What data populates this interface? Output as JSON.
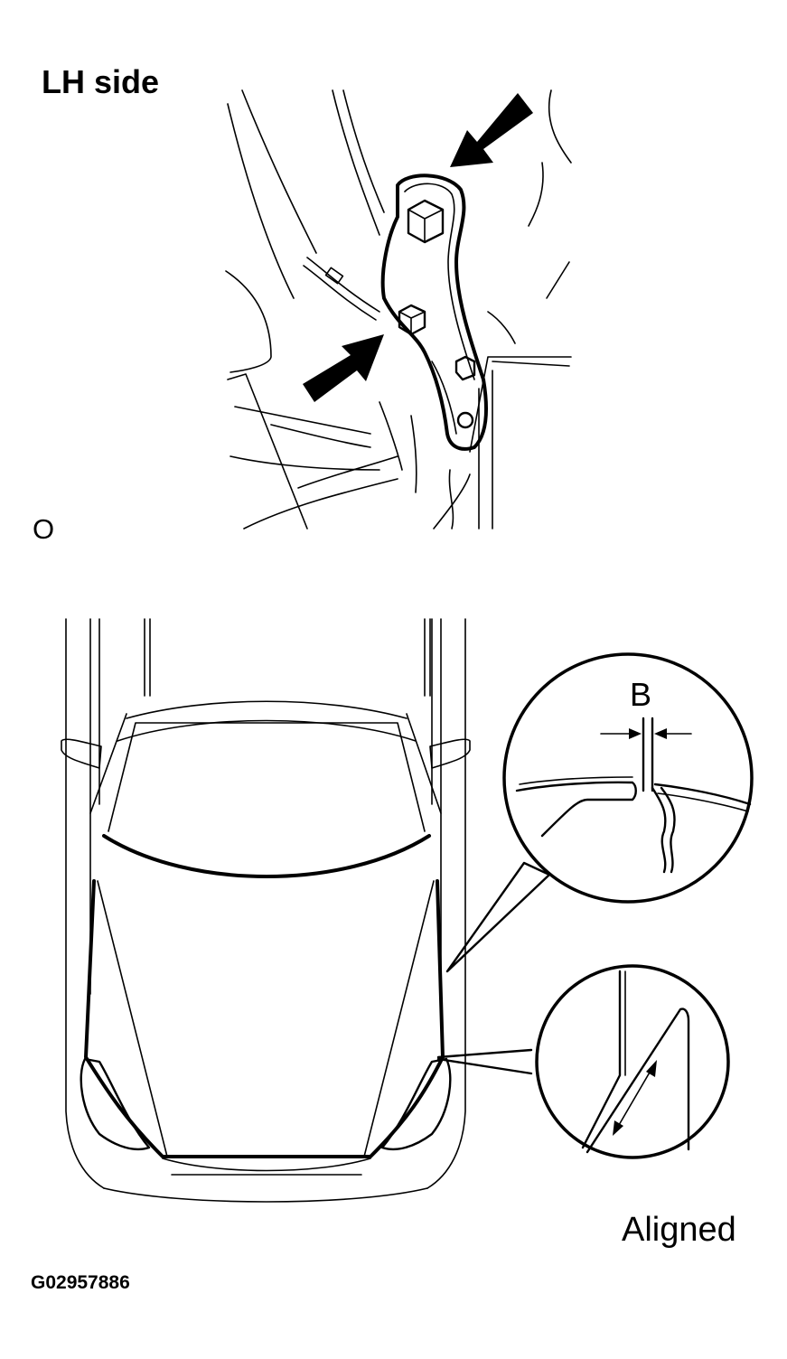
{
  "labels": {
    "title": "LH side",
    "mark": "O",
    "dimension": "B",
    "aligned": "Aligned",
    "figure_id": "G02957886"
  },
  "colors": {
    "line": "#000000",
    "background": "#ffffff"
  }
}
